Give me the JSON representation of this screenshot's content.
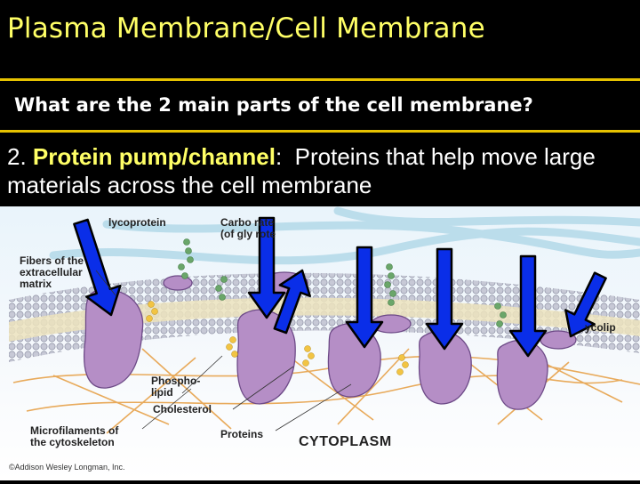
{
  "slide": {
    "title": "Plasma Membrane/Cell Membrane",
    "question": "What are the 2 main parts of the cell membrane?",
    "point_number": "2.",
    "point_term": "Protein pump/channel",
    "point_colon": ":",
    "point_text": "Proteins that help move large materials across the cell membrane"
  },
  "diagram": {
    "labels": {
      "glycoprotein": "lycoprotein",
      "carbohydrate_line1": "Carbo rate",
      "carbohydrate_line2": "(of gly rote",
      "fibers_line1": "Fibers of the",
      "fibers_line2": "extracellular",
      "fibers_line3": "matrix",
      "glycolipid": "ycolip",
      "phospholipid_line1": "Phospho-",
      "phospholipid_line2": "lipid",
      "cholesterol": "Cholesterol",
      "microfilaments_line1": "Microfilaments of",
      "microfilaments_line2": "the cytoskeleton",
      "proteins": "Proteins",
      "cytoplasm": "CYTOPLASM",
      "credit": "©Addison Wesley Longman, Inc."
    },
    "colors": {
      "arrow_fill": "#0a2ee8",
      "protein": "#b58ec6",
      "bilayer": "#c9cbd8",
      "cholesterol": "#f2c443",
      "glyco_chain": "#6aa66a"
    }
  }
}
